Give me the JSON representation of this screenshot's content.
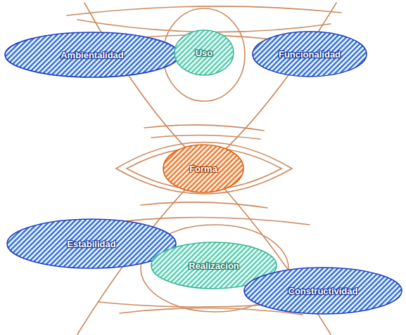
{
  "diagram": {
    "nodes": [
      {
        "text": [
          "Ambientalidad"
        ]
      },
      {
        "text": [
          "Uso"
        ]
      },
      {
        "text": [
          "Funcionalidad"
        ]
      },
      {
        "text": [
          "Forma"
        ]
      },
      {
        "text": [
          "Estabilidad"
        ]
      },
      {
        "text": [
          "Realización"
        ]
      },
      {
        "text": [
          "Constructividad"
        ]
      }
    ]
  }
}
